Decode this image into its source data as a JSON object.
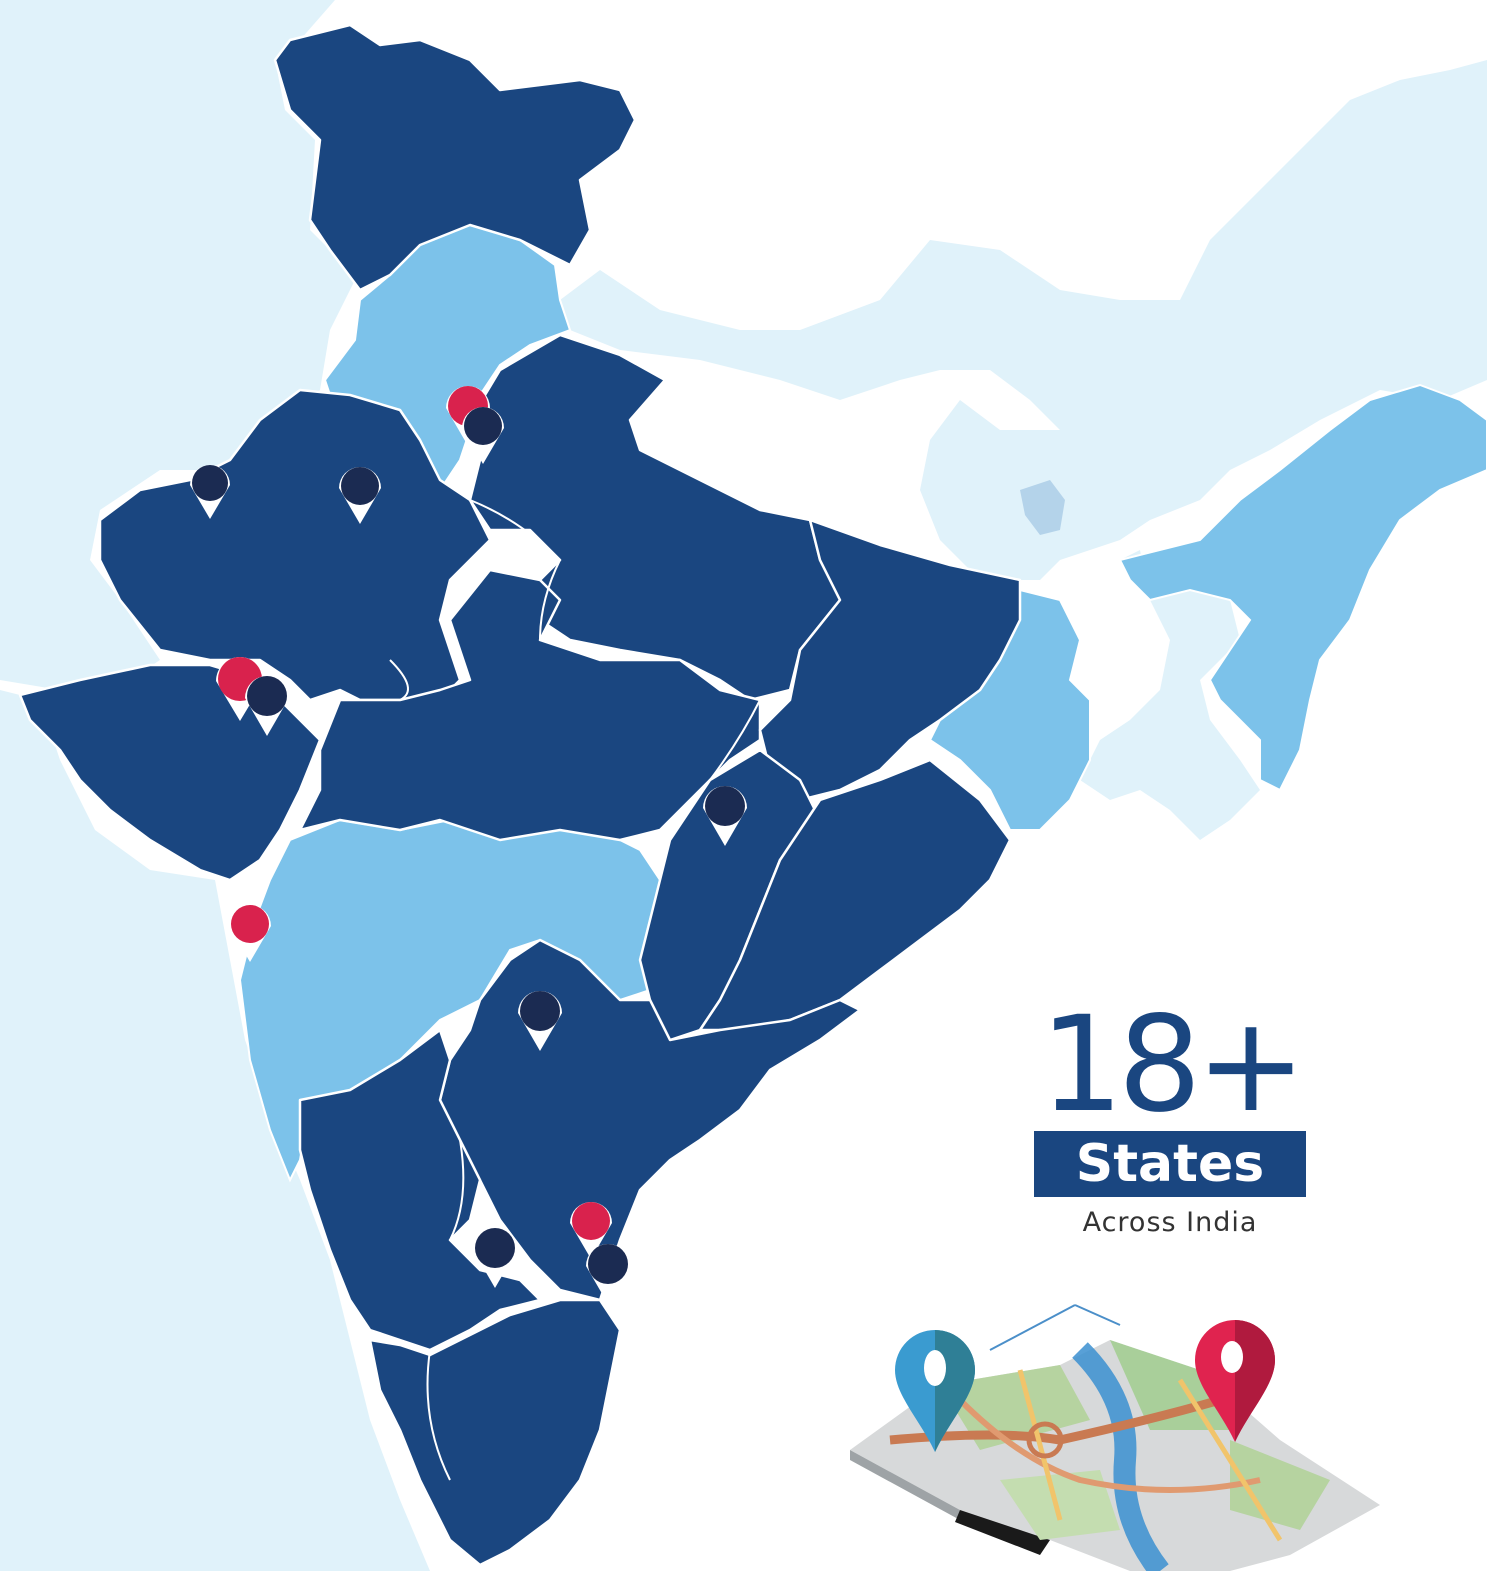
{
  "headline": {
    "number": "18+",
    "label": "States",
    "sublabel": "Across India"
  },
  "colors": {
    "sea": "#ffffff",
    "neighbor_land": "#e0f2fa",
    "highlighted_state": "#7cc2ea",
    "covered_state": "#1a4680",
    "border": "#ffffff",
    "pin_navy": "#1b2b52",
    "pin_red": "#d9224d"
  },
  "legend_icons": [
    "map-pin-icon",
    "folded-map-icon"
  ]
}
